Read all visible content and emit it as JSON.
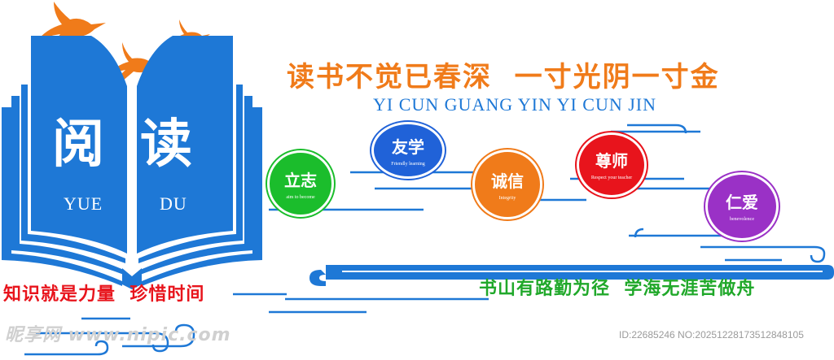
{
  "book": {
    "char_left": "阅",
    "char_right": "读",
    "pinyin_left": "YUE",
    "pinyin_right": "DU"
  },
  "title": {
    "chinese": "读书不觉已春深  一寸光阴一寸金",
    "pinyin": "YI CUN GUANG YIN YI CUN JIN"
  },
  "virtues": [
    {
      "cn": "立志",
      "en": "aim to become",
      "color": "#1bbd2c"
    },
    {
      "cn": "友学",
      "en": "Friendly learning",
      "color": "#2062d8"
    },
    {
      "cn": "诚信",
      "en": "Integrity",
      "color": "#f07b1a"
    },
    {
      "cn": "尊师",
      "en": "Respect your teacher",
      "color": "#e8141c"
    },
    {
      "cn": "仁爱",
      "en": "benevolence",
      "color": "#9a31c6"
    }
  ],
  "mottos": {
    "left": "知识就是力量  珍惜时间",
    "right": "书山有路勤为径  学海无涯苦做舟"
  },
  "watermark": {
    "site": "昵享网 www.nipic.com",
    "id": "ID:22685246 NO:20251228173512848105"
  },
  "colors": {
    "blue": "#1e78d6",
    "orange": "#f07b1a",
    "red": "#e8141c",
    "green": "#20a82a"
  }
}
